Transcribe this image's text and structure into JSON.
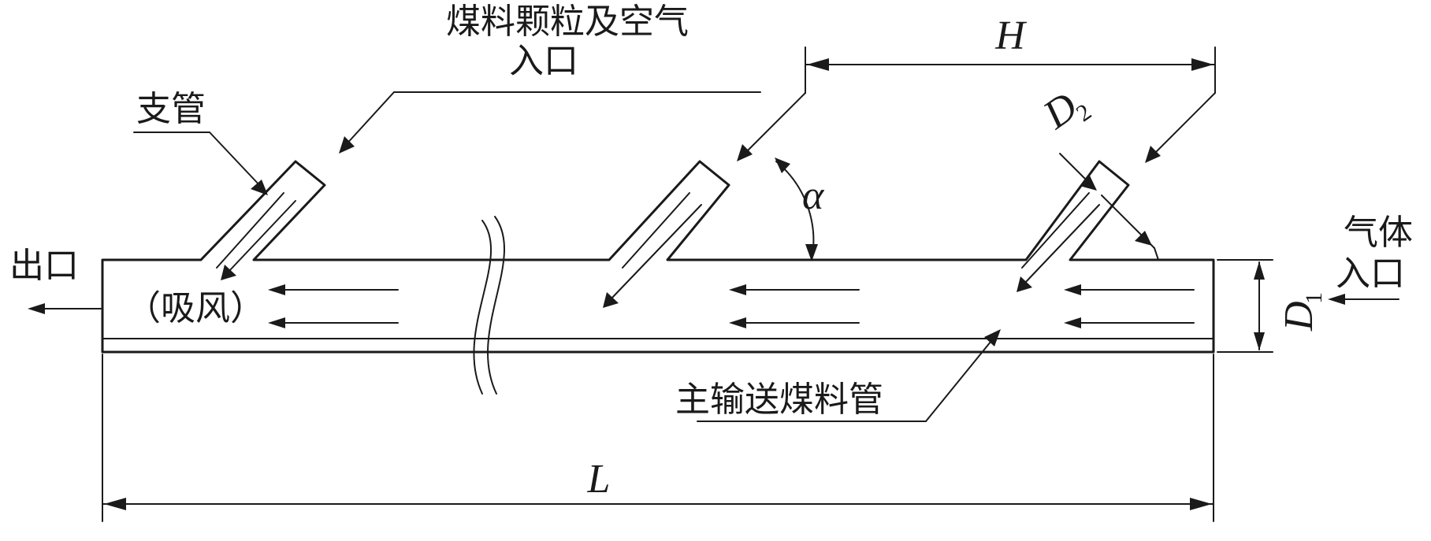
{
  "labels": {
    "inlet_line1": "煤料颗粒及空气",
    "inlet_line2": "入口",
    "branch_pipe": "支管",
    "outlet": "出口",
    "suction": "（吸风）",
    "gas_inlet_line1": "气体",
    "gas_inlet_line2": "入口",
    "main_pipe": "主输送煤料管",
    "dim_H": "H",
    "dim_L": "L",
    "dim_D1_letter": "D",
    "dim_D1_sub": "1",
    "dim_D2_letter": "D",
    "dim_D2_sub": "2",
    "angle_alpha": "α"
  },
  "colors": {
    "ink": "#1a1a1a",
    "background": "#ffffff"
  }
}
